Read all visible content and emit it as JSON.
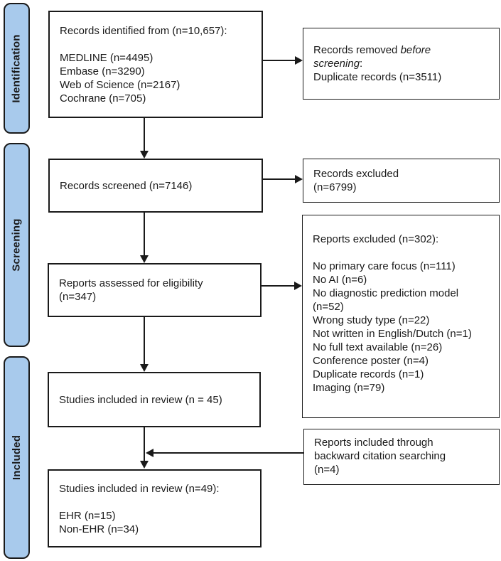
{
  "stages": [
    {
      "label": "Identification"
    },
    {
      "label": "Screening"
    },
    {
      "label": "Included"
    }
  ],
  "flow": {
    "identified": {
      "lines": [
        "Records identified from (n=10,657):",
        "",
        "MEDLINE (n=4495)",
        "Embase (n=3290)",
        "Web of Science (n=2167)",
        "Cochrane (n=705)"
      ]
    },
    "removed": {
      "prefix": "Records removed",
      "italic_before": "before",
      "italic_screening": "screening",
      "colon": ":",
      "duplicate_line": "Duplicate records (n=3511)"
    },
    "screened": {
      "label": "Records screened (n=7146)"
    },
    "records_excluded": {
      "lines": [
        "Records excluded",
        "(n=6799)"
      ]
    },
    "assessed": {
      "lines": [
        "Reports assessed for eligibility",
        "(n=347)"
      ]
    },
    "reports_excluded": {
      "lines": [
        "Reports excluded (n=302):",
        "",
        "No primary care focus (n=111)",
        "No AI (n=6)",
        "No diagnostic prediction model (n=52)",
        "Wrong study type (n=22)",
        "Not written in English/Dutch (n=1)",
        "No full text available (n=26)",
        "Conference poster (n=4)",
        "Duplicate records (n=1)",
        "Imaging (n=79)"
      ]
    },
    "included_45": {
      "label": "Studies included in review (n = 45)"
    },
    "backward_citation": {
      "lines": [
        "Reports included through",
        "backward citation searching",
        "(n=4)"
      ]
    },
    "included_49": {
      "lines": [
        "Studies included in review (n=49):",
        "",
        "EHR (n=15)",
        "Non-EHR (n=34)"
      ]
    }
  },
  "colors": {
    "stage_fill": "#A8CAEC",
    "box_border": "#1a1a1a",
    "arrow": "#1a1a1a",
    "background": "#ffffff"
  }
}
